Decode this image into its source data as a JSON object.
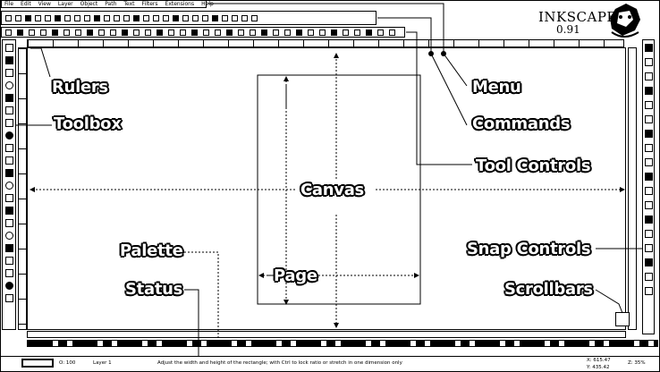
{
  "menu": {
    "items": [
      "File",
      "Edit",
      "View",
      "Layer",
      "Object",
      "Path",
      "Text",
      "Filters",
      "Extensions",
      "Help"
    ]
  },
  "brand": {
    "name": "INKSCAPE",
    "version": "0.91"
  },
  "labels": {
    "rulers": "Rulers",
    "toolbox": "Toolbox",
    "menu": "Menu",
    "commands": "Commands",
    "tool_controls": "Tool Controls",
    "canvas": "Canvas",
    "palette": "Palette",
    "snap_controls": "Snap Controls",
    "page": "Page",
    "status": "Status",
    "scrollbars": "Scrollbars"
  },
  "status": {
    "opacity": "O: 100",
    "layer": "Layer 1",
    "message": "Adjust the width and height of the rectangle; with Ctrl to lock ratio or stretch in one dimension only",
    "coords_x": "X: 615.47",
    "coords_y": "Y: 435.42",
    "zoom": "Z: 35%"
  },
  "icons": {
    "toolbox": [
      "selector-icon",
      "node-icon",
      "tweak-icon",
      "zoom-icon",
      "measure-icon",
      "rectangle-icon",
      "box3d-icon",
      "ellipse-icon",
      "star-icon",
      "spiral-icon",
      "pencil-icon",
      "pen-icon",
      "calligraphy-icon",
      "text-icon",
      "spray-icon",
      "eraser-icon",
      "bucket-icon",
      "gradient-icon",
      "mesh-icon",
      "dropper-icon",
      "connector-icon"
    ],
    "snap": [
      "snap-toggle-icon",
      "snap-bbox-icon",
      "snap-edge-icon",
      "snap-corner-icon",
      "snap-midpoint-icon",
      "snap-center-icon",
      "snap-nodes-icon",
      "snap-path-icon",
      "snap-intersection-icon",
      "snap-cusp-icon",
      "snap-smooth-icon",
      "snap-line-mid-icon",
      "snap-object-mid-icon",
      "snap-rotation-icon",
      "snap-text-icon",
      "snap-page-icon",
      "snap-grid-icon",
      "snap-guide-icon"
    ]
  }
}
